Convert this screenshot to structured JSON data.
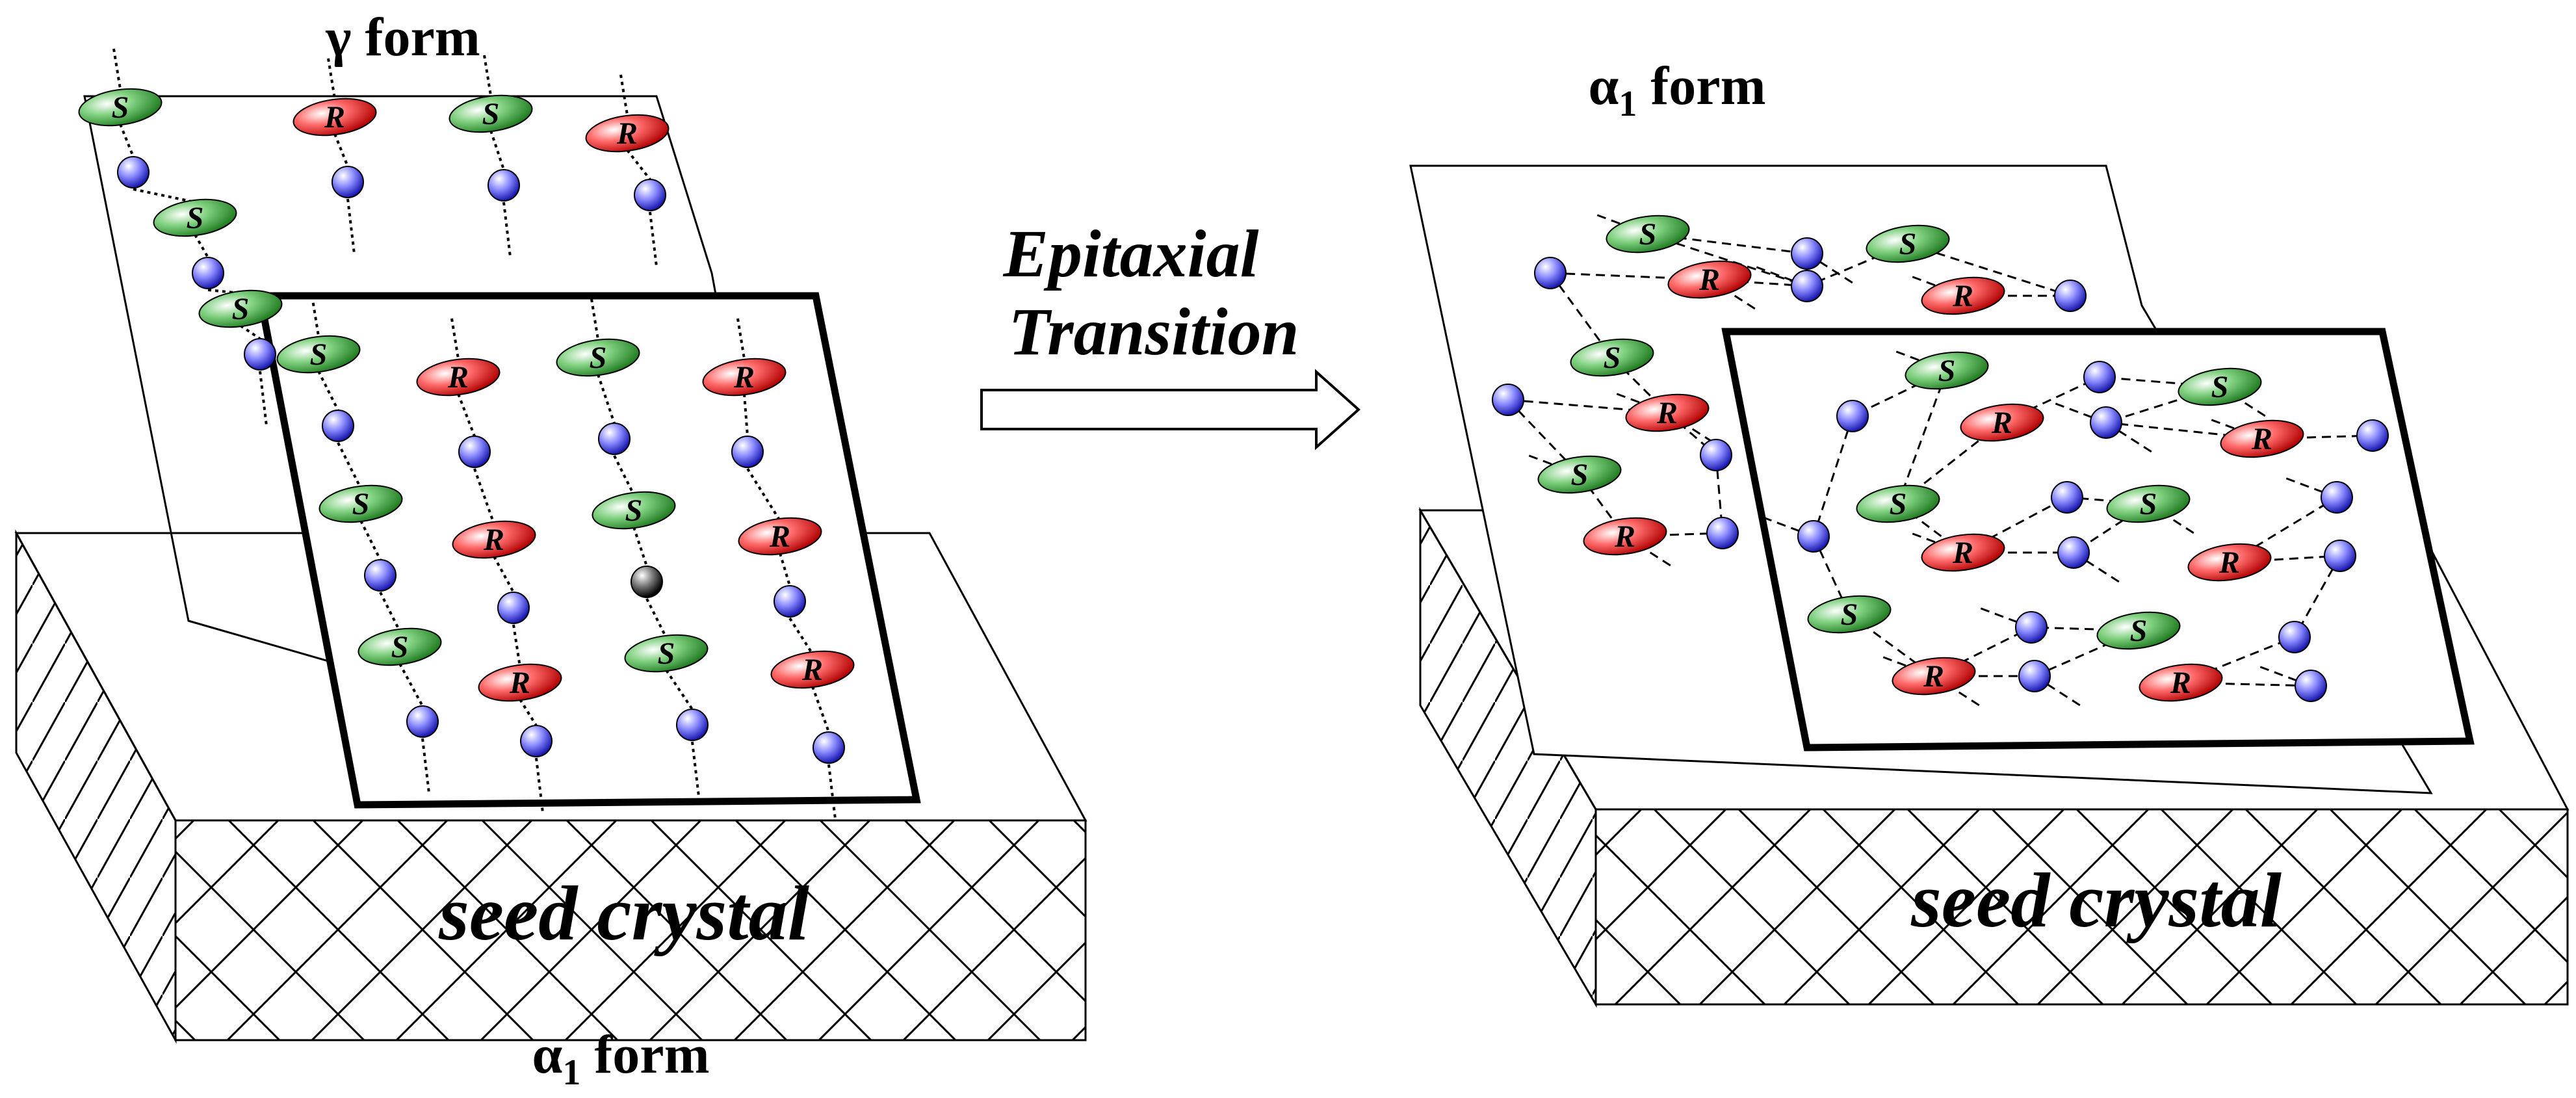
{
  "labels": {
    "gamma_form": "γ form",
    "alpha_top": "α",
    "alpha_top_sub": "1",
    "form_word": " form",
    "alpha_bottom": "α",
    "alpha_bottom_sub": "1",
    "arrow_line1": "Epitaxial",
    "arrow_line2": "Transition",
    "seed_left": "seed crystal",
    "seed_right": "seed crystal"
  },
  "molecules": {
    "s_letter": "S",
    "r_letter": "R"
  },
  "colors": {
    "s_fill": "#2e9a2e",
    "r_fill": "#e01818",
    "sphere_fill": "#3a3ae0",
    "sphere_dark": "#202020",
    "line": "#000000"
  }
}
